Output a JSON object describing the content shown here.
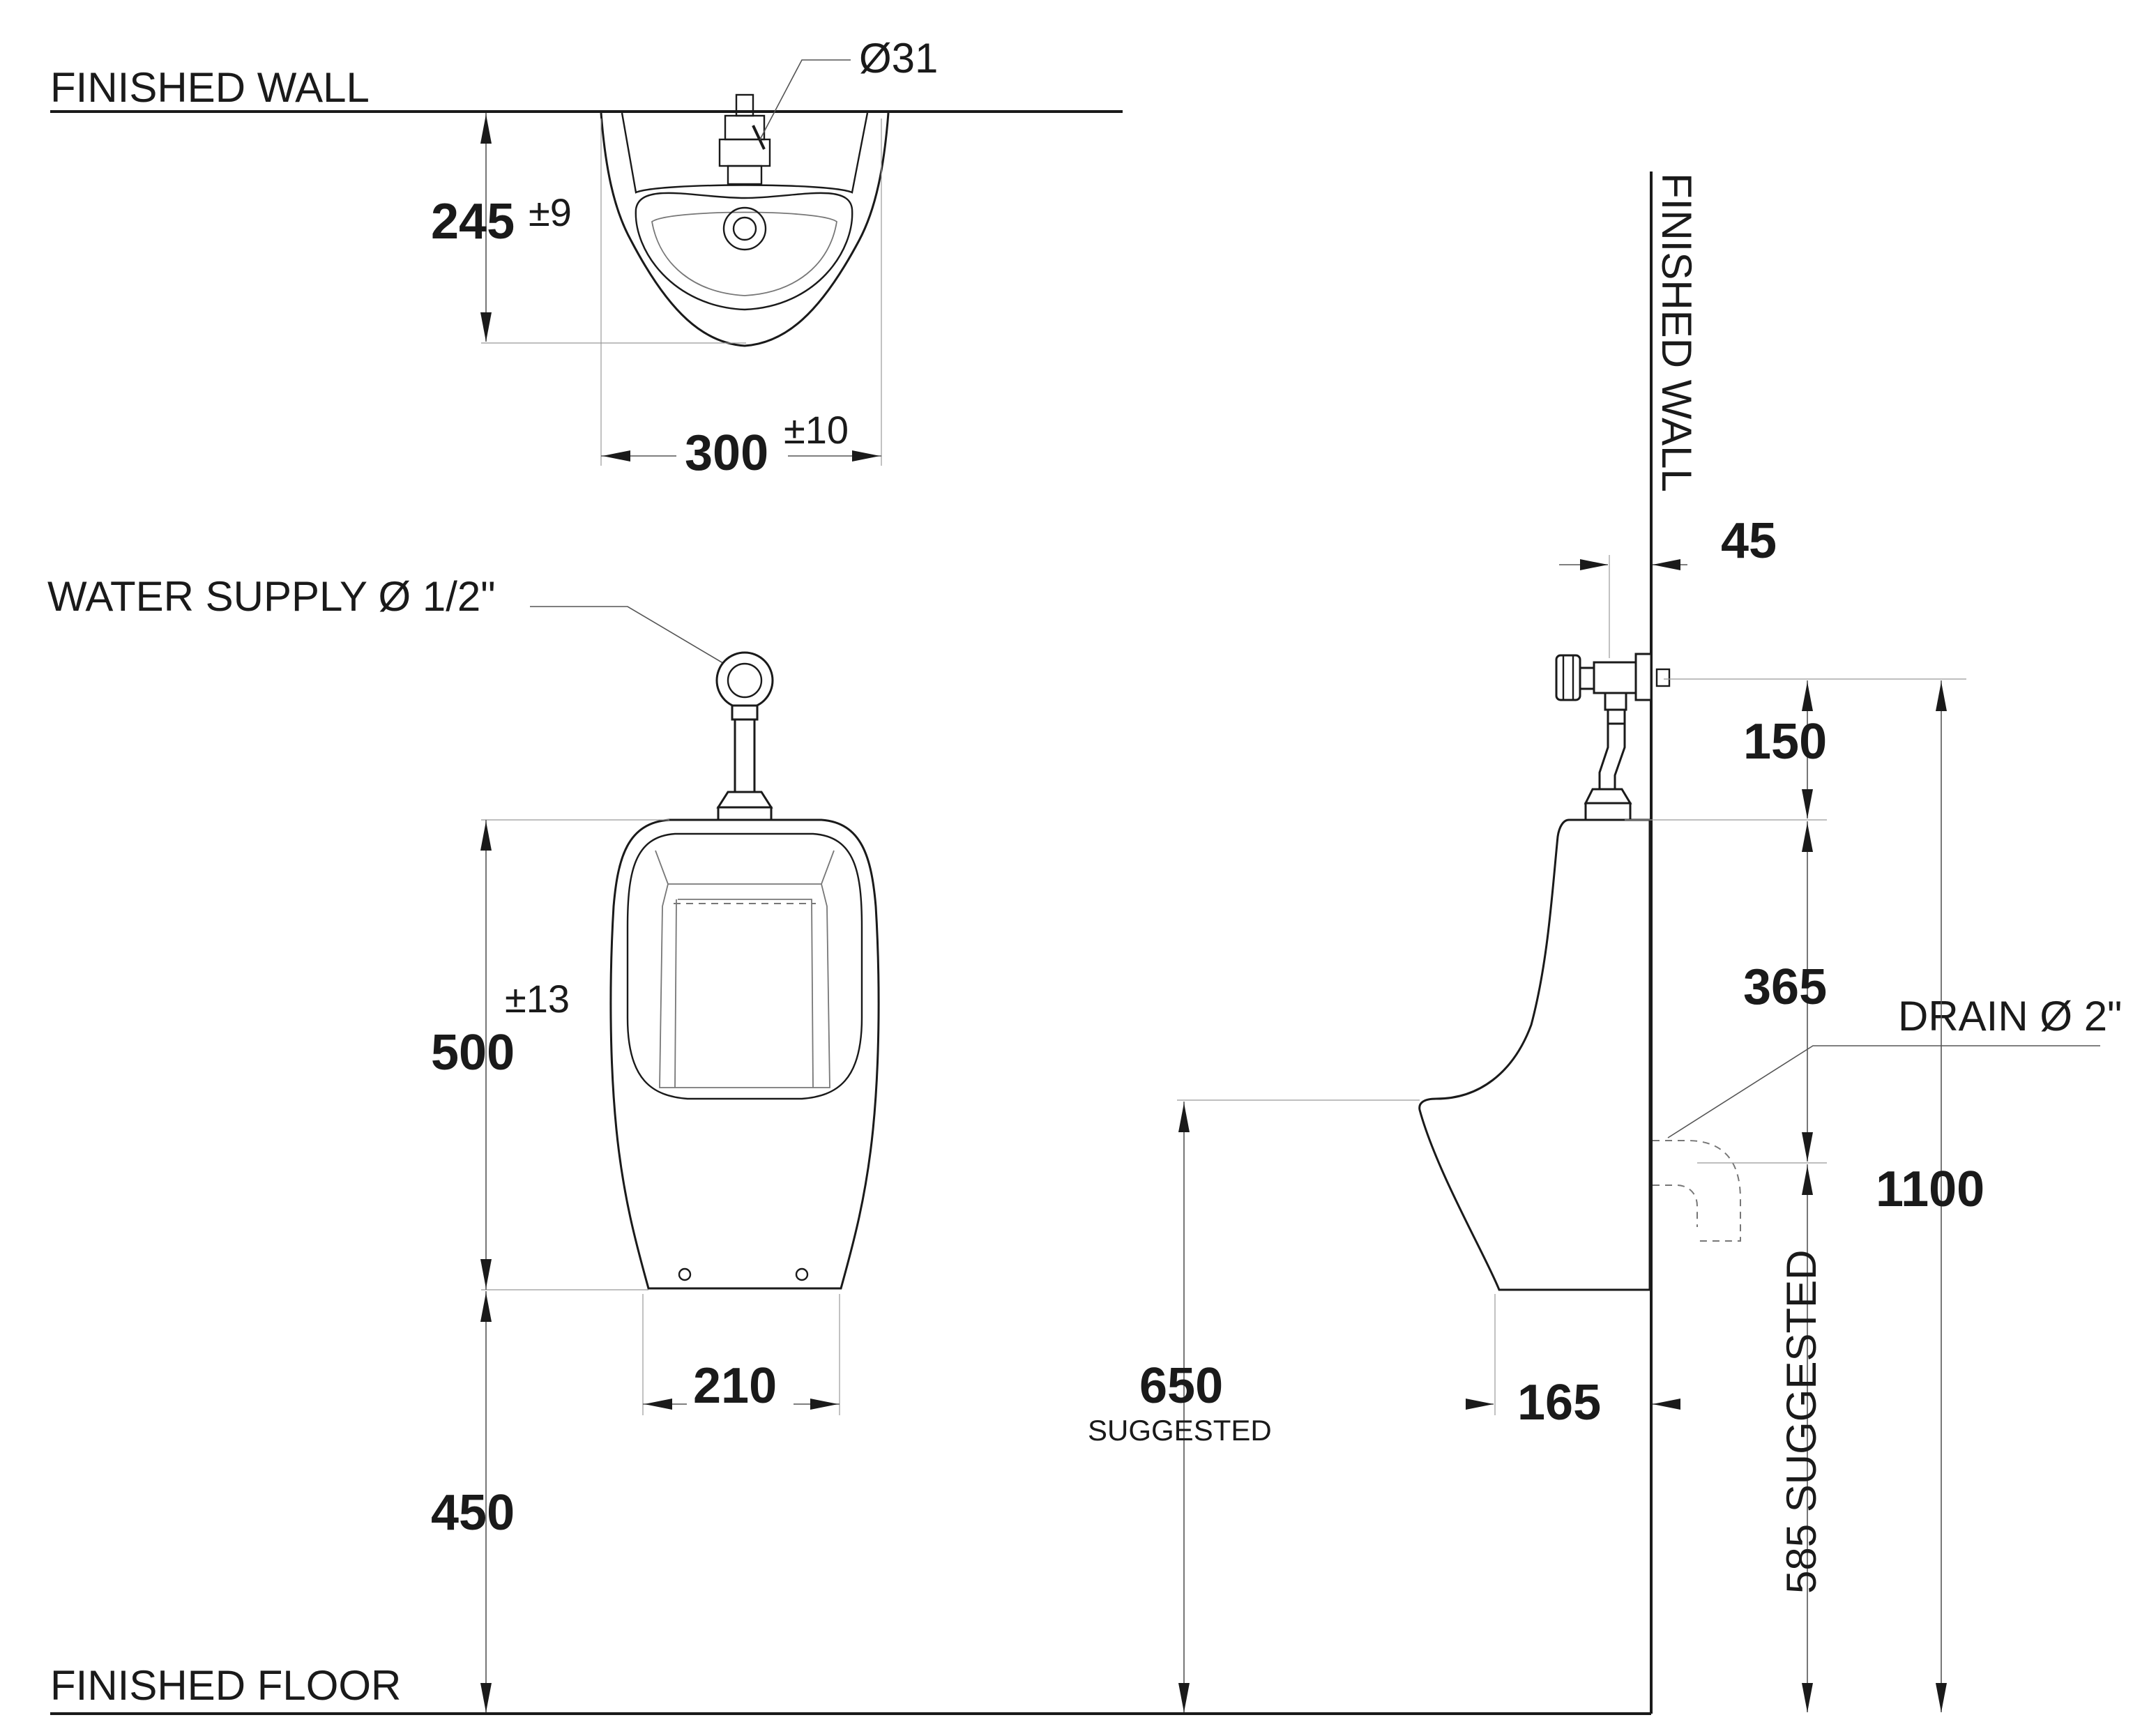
{
  "labels": {
    "finished_wall_top": "FINISHED WALL",
    "finished_wall_side": "FINISHED WALL",
    "finished_floor": "FINISHED FLOOR",
    "water_supply": "WATER SUPPLY Ø 1/2\"",
    "drain": "DRAIN Ø 2\"",
    "pipe_dia": "Ø31"
  },
  "top_view": {
    "depth": "245",
    "depth_tol": "±9",
    "width": "300",
    "width_tol": "±10"
  },
  "front_view": {
    "height": "500",
    "height_tol": "±13",
    "base_width": "210",
    "floor_to_bottom": "450"
  },
  "side_view": {
    "supply_offset": "45",
    "supply_above_top": "150",
    "top_to_drain": "365",
    "total_height": "1100",
    "lip_height": "650",
    "lip_height_note": "SUGGESTED",
    "base_depth": "165",
    "drain_height": "585 SUGGESTED"
  }
}
